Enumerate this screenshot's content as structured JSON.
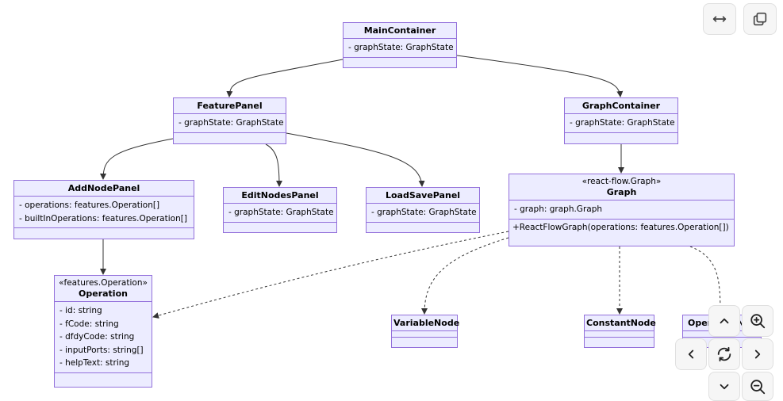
{
  "diagram": {
    "classes": {
      "main_container": {
        "name": "MainContainer",
        "attributes": [
          "- graphState: GraphState"
        ]
      },
      "feature_panel": {
        "name": "FeaturePanel",
        "attributes": [
          "- graphState: GraphState"
        ]
      },
      "graph_container": {
        "name": "GraphContainer",
        "attributes": [
          "- graphState: GraphState"
        ]
      },
      "add_node_panel": {
        "name": "AddNodePanel",
        "attributes": [
          "- operations: features.Operation[]",
          "- builtInOperations: features.Operation[]"
        ]
      },
      "edit_nodes_panel": {
        "name": "EditNodesPanel",
        "attributes": [
          "- graphState: GraphState"
        ]
      },
      "load_save_panel": {
        "name": "LoadSavePanel",
        "attributes": [
          "- graphState: GraphState"
        ]
      },
      "graph": {
        "stereotype": "«react-flow.Graph»",
        "name": "Graph",
        "attributes": [
          "- graph: graph.Graph"
        ],
        "methods": [
          "+ReactFlowGraph(operations: features.Operation[])"
        ]
      },
      "operation": {
        "stereotype": "«features.Operation»",
        "name": "Operation",
        "attributes": [
          "- id: string",
          "- fCode: string",
          "- dfdyCode: string",
          "- inputPorts: string[]",
          "- helpText: string"
        ]
      },
      "variable_node": {
        "name": "VariableNode"
      },
      "constant_node": {
        "name": "ConstantNode"
      },
      "operation_node": {
        "name": "OperationNode"
      }
    },
    "relations": [
      {
        "from": "MainContainer",
        "to": "FeaturePanel",
        "type": "association"
      },
      {
        "from": "MainContainer",
        "to": "GraphContainer",
        "type": "association"
      },
      {
        "from": "FeaturePanel",
        "to": "AddNodePanel",
        "type": "association"
      },
      {
        "from": "FeaturePanel",
        "to": "EditNodesPanel",
        "type": "association"
      },
      {
        "from": "FeaturePanel",
        "to": "LoadSavePanel",
        "type": "association"
      },
      {
        "from": "GraphContainer",
        "to": "Graph",
        "type": "association"
      },
      {
        "from": "AddNodePanel",
        "to": "Operation",
        "type": "association"
      },
      {
        "from": "Graph",
        "to": "Operation",
        "type": "dependency"
      },
      {
        "from": "Graph",
        "to": "VariableNode",
        "type": "dependency"
      },
      {
        "from": "Graph",
        "to": "ConstantNode",
        "type": "dependency"
      },
      {
        "from": "Graph",
        "to": "OperationNode",
        "type": "dependency"
      }
    ]
  },
  "toolbar": [
    {
      "icon": "expand-horizontal-icon"
    },
    {
      "icon": "copy-icon"
    }
  ],
  "zoom_controls": [
    {
      "icon": "pan-up-icon"
    },
    {
      "icon": "zoom-in-icon"
    },
    {
      "icon": "pan-left-icon"
    },
    {
      "icon": "reset-view-icon"
    },
    {
      "icon": "pan-right-icon"
    },
    {
      "icon": "pan-down-icon"
    },
    {
      "icon": "zoom-out-icon"
    }
  ],
  "colors": {
    "class_fill": "#ececff",
    "class_border": "#9370db",
    "edge": "#333333"
  }
}
